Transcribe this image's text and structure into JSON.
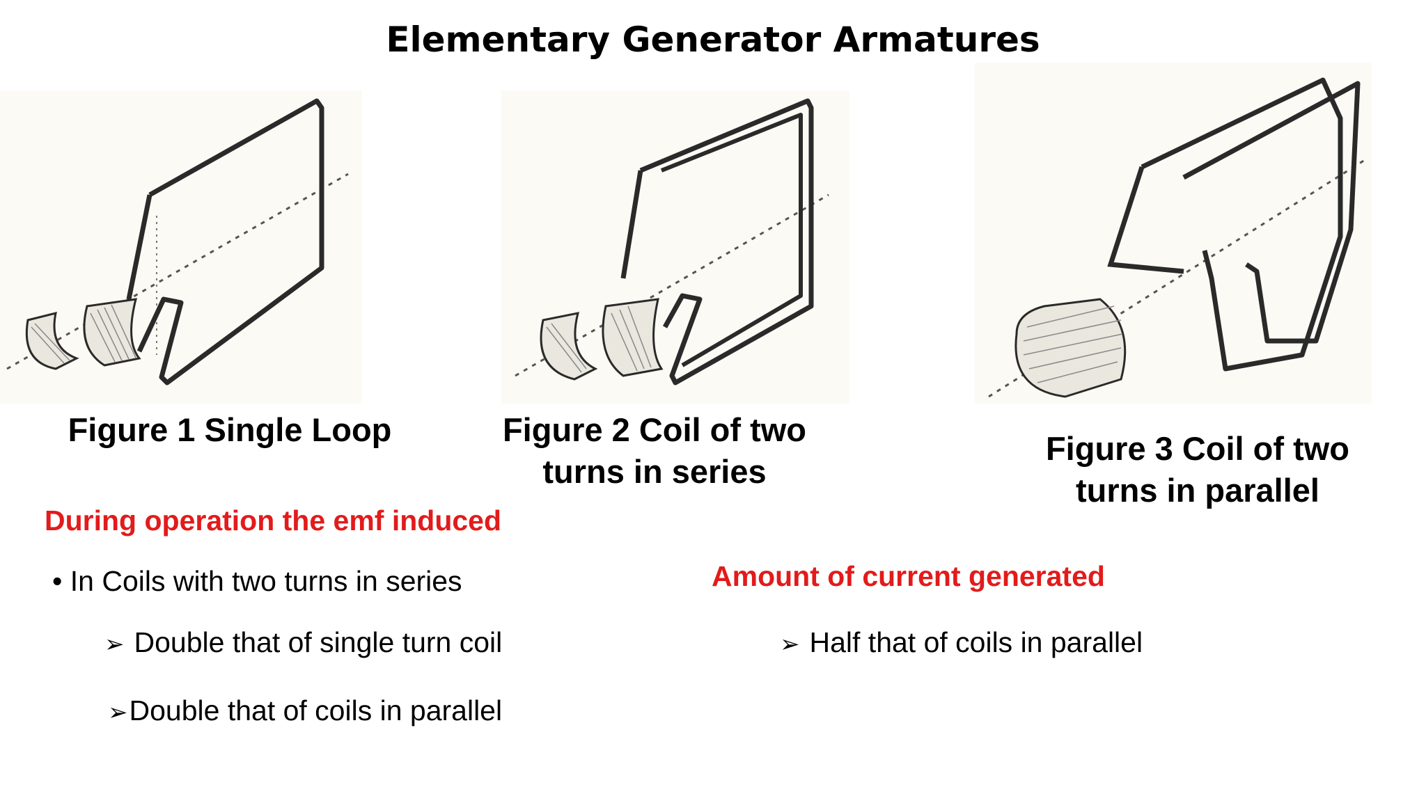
{
  "title": "Elementary Generator Armatures",
  "figures": [
    {
      "caption_line1": "Figure 1 Single Loop",
      "caption_line2": ""
    },
    {
      "caption_line1": "Figure 2 Coil of two",
      "caption_line2": "turns in series"
    },
    {
      "caption_line1": "Figure 3 Coil of two",
      "caption_line2": "turns in parallel"
    }
  ],
  "emf_section": {
    "heading": "During operation the emf induced",
    "bullet": "• In Coils  with two turns in series",
    "points": [
      "Double that of single turn coil",
      "Double that of coils in parallel"
    ]
  },
  "current_section": {
    "heading": "Amount of current generated",
    "points": [
      "Half that of coils in parallel"
    ]
  },
  "arrow_glyph": "➢",
  "colors": {
    "heading_red": "#e21b1b",
    "drawing_bg": "#fbfaf5",
    "ink": "#2a2a2a"
  }
}
